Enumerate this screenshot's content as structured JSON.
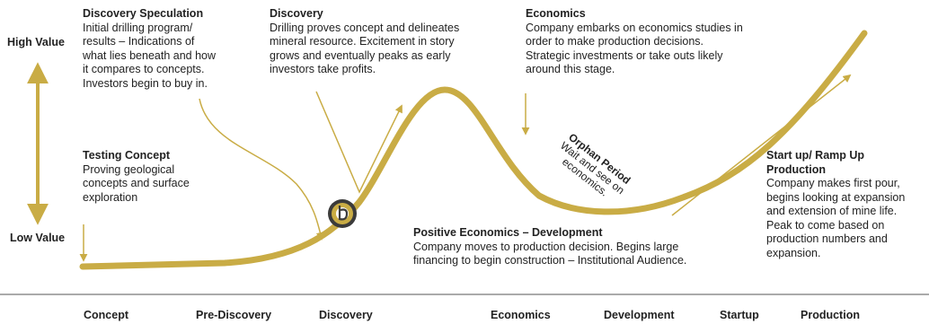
{
  "colors": {
    "gold": "#c9ac45",
    "text": "#222222",
    "logo_outer": "#3b3b3b"
  },
  "value_axis": {
    "high": "High Value",
    "low": "Low Value"
  },
  "annotations": {
    "discovery_speculation": {
      "title": "Discovery Speculation",
      "lines": [
        "Initial drilling program/",
        "results – Indications of",
        "what lies beneath and how",
        "it compares to concepts.",
        "Investors begin to buy in."
      ]
    },
    "discovery": {
      "title": "Discovery",
      "lines": [
        "Drilling proves concept and delineates",
        "mineral resource. Excitement in story",
        "grows and eventually peaks as early",
        "investors take profits."
      ]
    },
    "economics": {
      "title": "Economics",
      "lines": [
        "Company embarks on economics studies in",
        "order to make production decisions.",
        "Strategic investments or take outs likely",
        "around this stage."
      ]
    },
    "testing_concept": {
      "title": "Testing Concept",
      "lines": [
        "Proving geological",
        "concepts and surface",
        "exploration"
      ]
    },
    "orphan_period": {
      "title": "Orphan Period",
      "lines": [
        "Wait and see on",
        "economics."
      ]
    },
    "startup": {
      "title_lines": [
        "Start up/ Ramp Up",
        "Production"
      ],
      "lines": [
        "Company makes first pour,",
        "begins looking at expansion",
        "and extension of mine life.",
        "Peak to come based on",
        "production numbers and",
        "expansion."
      ]
    },
    "positive_economics": {
      "title": "Positive Economics – Development",
      "lines": [
        "Company moves to production decision. Begins large",
        "financing to begin construction – Institutional Audience."
      ]
    }
  },
  "stages": [
    "Concept",
    "Pre-Discovery",
    "Discovery",
    "Economics",
    "Development",
    "Startup",
    "Production"
  ],
  "logo_icon": "company-logo-icon"
}
